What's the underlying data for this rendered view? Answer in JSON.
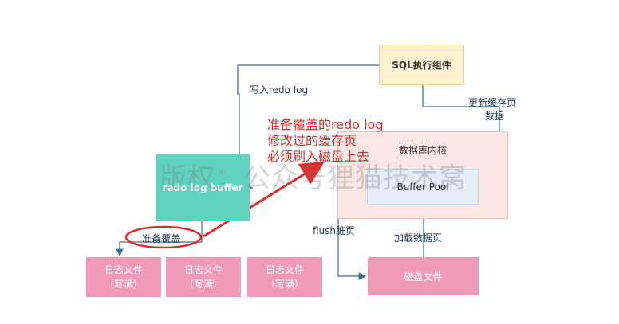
{
  "nodes": {
    "sql": "SQL执行组件",
    "kernel": "数据库内核",
    "pool": "Buffer Pool",
    "buffer": "redo log buffer",
    "logs": [
      {
        "line1": "日志文件",
        "line2": "（写满）"
      },
      {
        "line1": "日志文件",
        "line2": "（写满）"
      },
      {
        "line1": "日志文件",
        "line2": "（写满）"
      }
    ],
    "disk": "磁盘文件"
  },
  "labels": {
    "write_redo": "写入redo log",
    "update_cache_1": "更新缓存页",
    "update_cache_2": "数据",
    "flush": "flush脏页",
    "load": "加载数据页",
    "prepare_overwrite": "准备覆盖"
  },
  "annotation": {
    "lines": [
      "准备覆盖的redo log",
      "修改过的缓存页",
      "必须刷入磁盘上去"
    ],
    "color": "#e12b2b"
  },
  "watermark": "版权：公众号狸猫技术窝",
  "colors": {
    "edge": "#3d6e8f",
    "highlight": "#e12b2b"
  }
}
